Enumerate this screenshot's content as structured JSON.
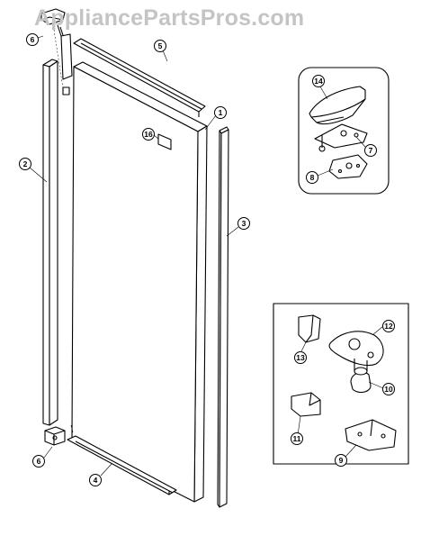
{
  "watermark": {
    "text": "AppliancePartsPros.com"
  },
  "callouts": {
    "c1": "1",
    "c2": "2",
    "c3": "3",
    "c4": "4",
    "c5": "5",
    "c6a": "6",
    "c6b": "6",
    "c7": "7",
    "c8": "8",
    "c9": "9",
    "c10": "10",
    "c11": "11",
    "c12": "12",
    "c13": "13",
    "c14": "14",
    "c16": "16"
  },
  "colors": {
    "line": "#000000",
    "watermark": "#c4c4c4",
    "background": "#ffffff"
  }
}
